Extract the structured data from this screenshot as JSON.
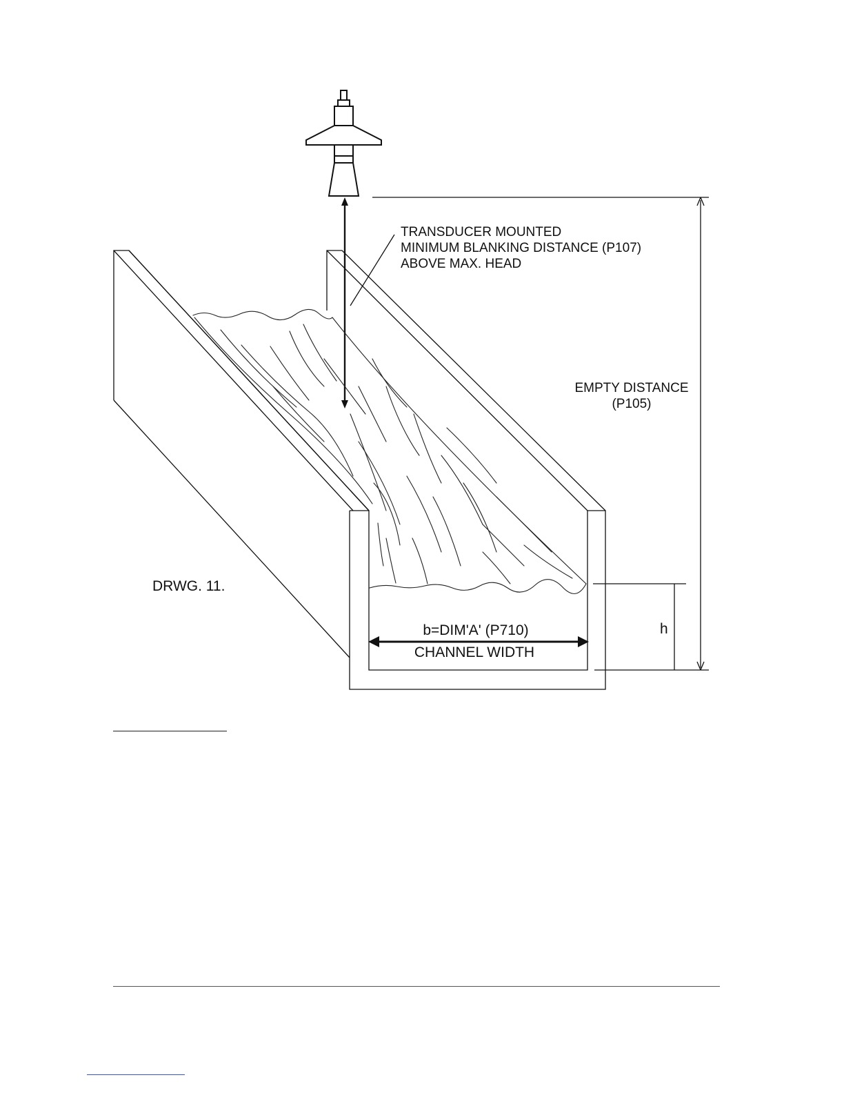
{
  "diagram": {
    "transducer_label": [
      "TRANSDUCER MOUNTED",
      "MINIMUM BLANKING DISTANCE (P107)",
      "ABOVE MAX. HEAD"
    ],
    "empty_distance_label": [
      "EMPTY DISTANCE",
      "(P105)"
    ],
    "drawing_number": "DRWG. 11.",
    "width_label": "b=DIM'A' (P710)",
    "channel_width_label": "CHANNEL WIDTH",
    "head_label": "h"
  },
  "colors": {
    "line": "#111111",
    "background": "#ffffff",
    "footer_link_rule": "#3355cc"
  }
}
